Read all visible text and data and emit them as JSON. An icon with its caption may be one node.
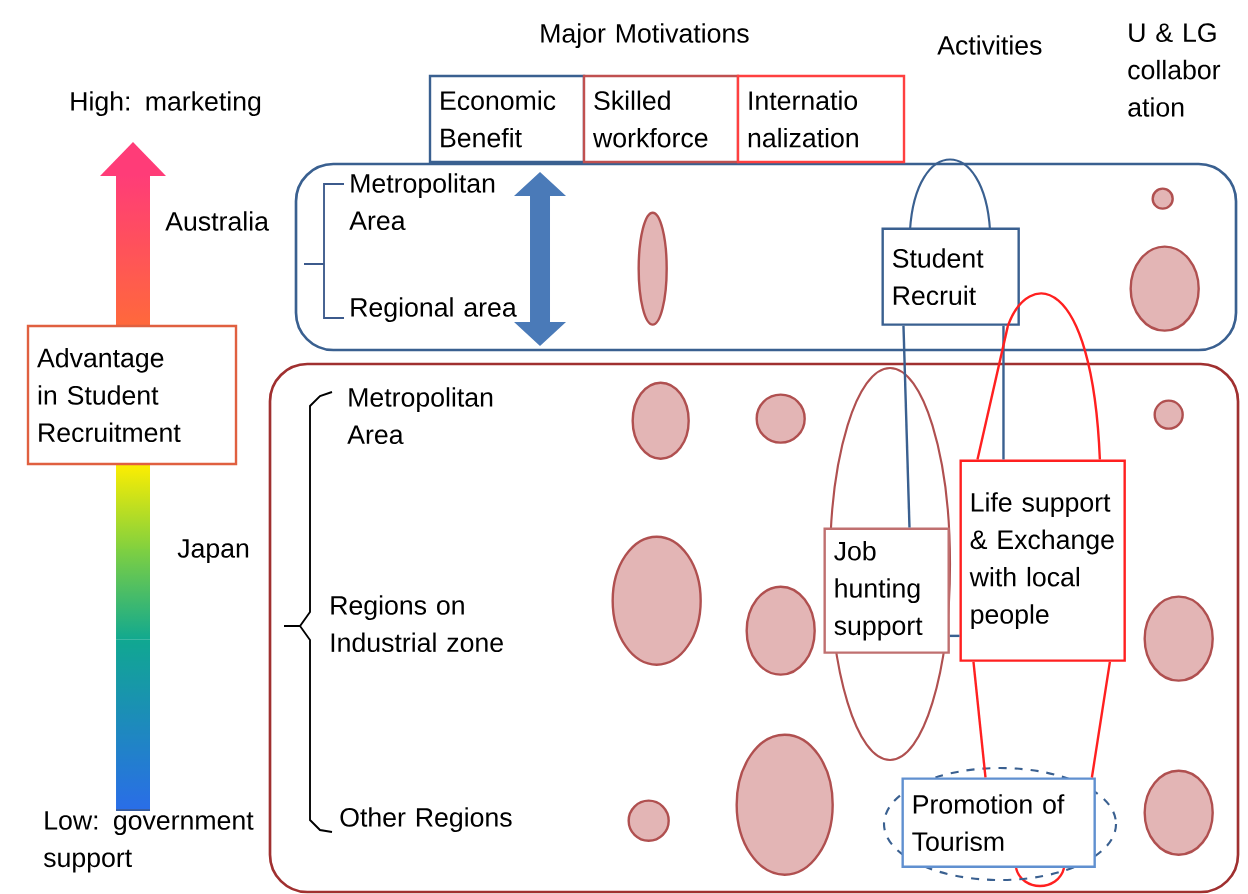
{
  "diagram": {
    "nodes": [
      {
        "text": [
          "Economic Benefit"
        ]
      },
      {
        "text": [
          "Skilled workforce"
        ]
      },
      {
        "text": [
          "Internatio nalization"
        ]
      },
      {
        "text": [
          "Metropolitan Area",
          "Regional area"
        ]
      },
      {
        "text": [],
        "shape": "ellipse",
        "in": 3
      },
      {
        "text": [],
        "shape": "circle",
        "in": 3
      },
      {
        "text": [],
        "shape": "ellipse",
        "in": 3
      },
      {
        "text": [
          "Student Recruit"
        ],
        "in": 3
      },
      {
        "text": [
          "Advantage in Student Recruitment"
        ]
      },
      {
        "text": [
          "Metropolitan Area",
          "Regions on Industrial zone",
          "Other Regions"
        ]
      },
      {
        "text": [],
        "shape": "ellipse",
        "in": 9
      },
      {
        "text": [],
        "shape": "circle",
        "in": 9
      },
      {
        "text": [],
        "shape": "circle",
        "in": 9
      },
      {
        "text": [
          "Life support & Exchange with local people"
        ],
        "in": 9
      },
      {
        "text": [
          "Job hunting support"
        ],
        "in": 9
      },
      {
        "text": [],
        "shape": "ellipse",
        "in": 9
      },
      {
        "text": [],
        "shape": "ellipse",
        "in": 9
      },
      {
        "text": [],
        "shape": "ellipse",
        "in": 9
      },
      {
        "text": [],
        "shape": "circle",
        "in": 9
      },
      {
        "text": [],
        "shape": "ellipse",
        "in": 9
      },
      {
        "text": [
          "Promotion of Tourism"
        ],
        "in": 9
      },
      {
        "text": [],
        "shape": "ellipse",
        "in": 9
      }
    ],
    "edges": [
      {
        "from": 7,
        "to": 14,
        "arrow": "none",
        "color": "#3a6090"
      },
      {
        "from": 7,
        "to": 13,
        "arrow": "none",
        "color": "#3a6090"
      },
      {
        "from": 14,
        "to": 13,
        "arrow": "none",
        "color": "#3a6090"
      },
      {
        "from": 7,
        "to": 13,
        "arrow": "none",
        "color": "#ff2020"
      },
      {
        "from": 7,
        "to": 13,
        "arrow": "none",
        "color": "#ff2020"
      },
      {
        "from": 13,
        "to": 20,
        "arrow": "none",
        "color": "#ff2020"
      },
      {
        "from": 13,
        "to": 20,
        "arrow": "none",
        "color": "#ff2020"
      }
    ],
    "labels": [
      "Major Motivations",
      "Activities",
      "U & LG collabor ation",
      "High: marketing",
      "Australia",
      "Japan",
      "Low: government support"
    ]
  }
}
